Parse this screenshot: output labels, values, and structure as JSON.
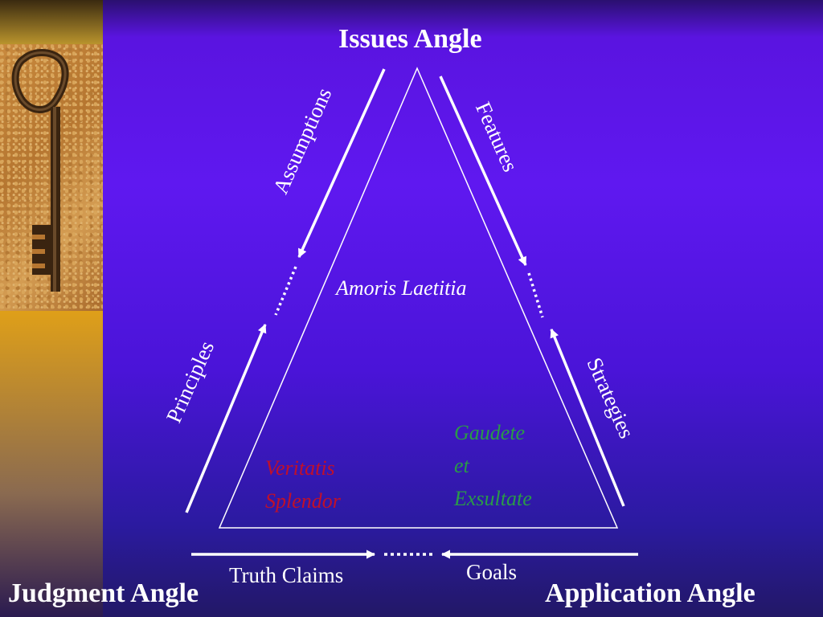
{
  "corners": {
    "top": "Issues Angle",
    "left": "Judgment Angle",
    "right": "Application Angle"
  },
  "sides": {
    "assumptions": "Assumptions",
    "features": "Features",
    "principles": "Principles",
    "strategies": "Strategies",
    "truth_claims": "Truth Claims",
    "goals": "Goals"
  },
  "center": {
    "title": "Amoris Laetitia",
    "left_doc": {
      "line1": "Veritatis",
      "line2": "Splendor",
      "color": "#c0102a"
    },
    "right_doc": {
      "line1": "Gaudete",
      "line2": "et",
      "line3": "Exsultate",
      "color": "#2a9a48"
    }
  },
  "colors": {
    "background": "#5a14e0",
    "text": "#ffffff",
    "strip": "#e8b020"
  },
  "icons": {
    "photo": "key-photo"
  }
}
